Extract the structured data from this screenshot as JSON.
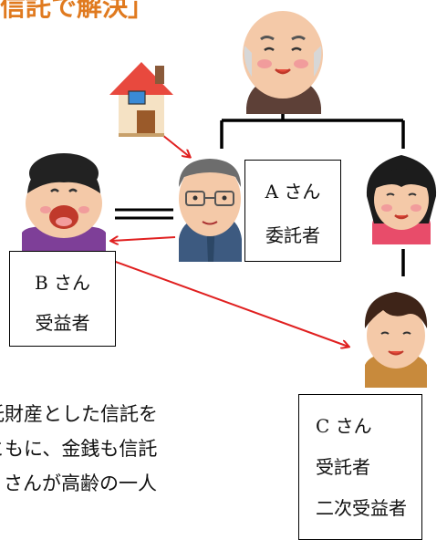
{
  "title": "信託で解決」",
  "persons": {
    "a": {
      "name": "A さん",
      "role": "委託者"
    },
    "b": {
      "name": "B さん",
      "role": "受益者"
    },
    "c": {
      "name": "C さん",
      "role": "受託者",
      "role2": "二次受益者"
    }
  },
  "body_lines": [
    "を信託財産とした信託を",
    "宅とともに、金銭も信託",
    "す。B さんが高齢の一人"
  ],
  "colors": {
    "title": "#e07a1f",
    "arrow": "#e02020",
    "line": "#000000"
  },
  "icons": [
    "house-icon",
    "grandfather-icon",
    "man-a-icon",
    "woman-b-icon",
    "woman-elder-icon",
    "young-man-c-icon"
  ]
}
